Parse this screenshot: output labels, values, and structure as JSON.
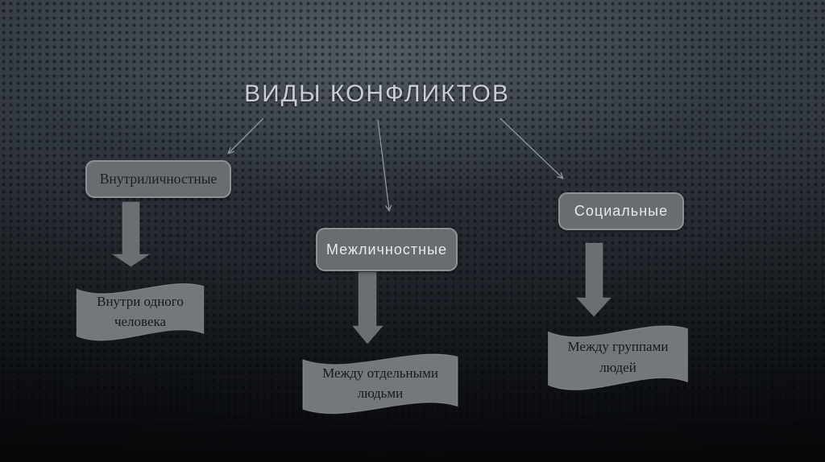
{
  "slide": {
    "title": "ВИДЫ КОНФЛИКТОВ",
    "branches": [
      {
        "id": "intrapersonal",
        "type_label": "Внутриличностные",
        "result_label": "Внутри одного\nчеловека"
      },
      {
        "id": "interpersonal",
        "type_label": "Межличностные",
        "result_label": "Между отдельными\nлюдьми"
      },
      {
        "id": "social",
        "type_label": "Социальные",
        "result_label": "Между группами\nлюдей"
      }
    ],
    "colors": {
      "background_top": "#3b424a",
      "background_bottom": "#0a0c0f",
      "box_fill": "#696d72",
      "box_border": "#8e9297",
      "wave_fill": "#74777c",
      "block_arrow_fill": "#6b6f74",
      "connector_stroke": "#8f959c",
      "title_text": "#c9cdd2",
      "light_text": "#e7e9eb",
      "dark_text": "#1a1d21"
    }
  }
}
